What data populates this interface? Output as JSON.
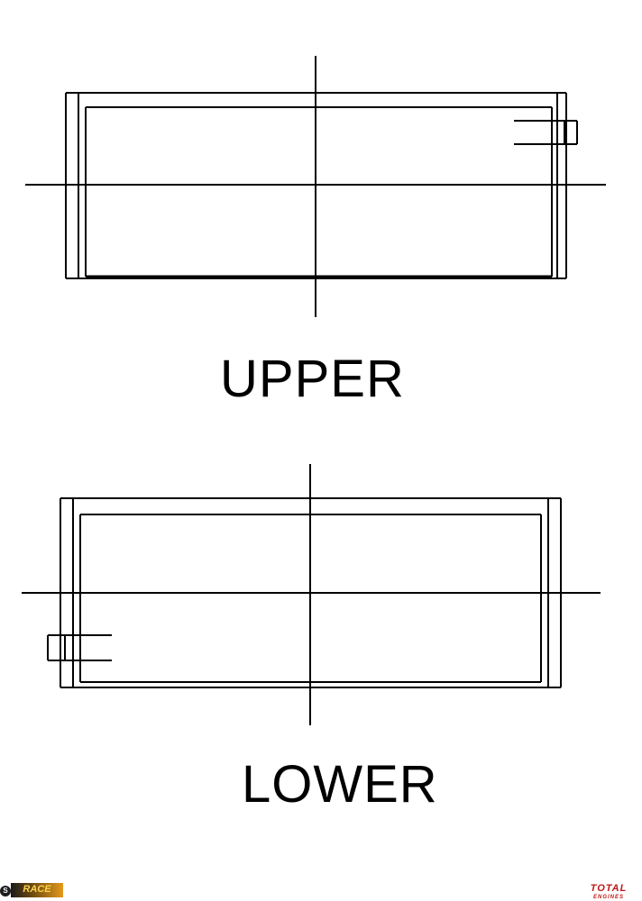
{
  "labels": {
    "upper": "UPPER",
    "lower": "LOWER"
  },
  "logos": {
    "left_text": "RACE",
    "left_badge": "S",
    "right_main": "TOTAL",
    "right_sub": "ENGINES"
  },
  "colors": {
    "line": "#000000",
    "background": "#ffffff",
    "logo_right": "#c01818",
    "logo_left_accent": "#e39a1b"
  }
}
